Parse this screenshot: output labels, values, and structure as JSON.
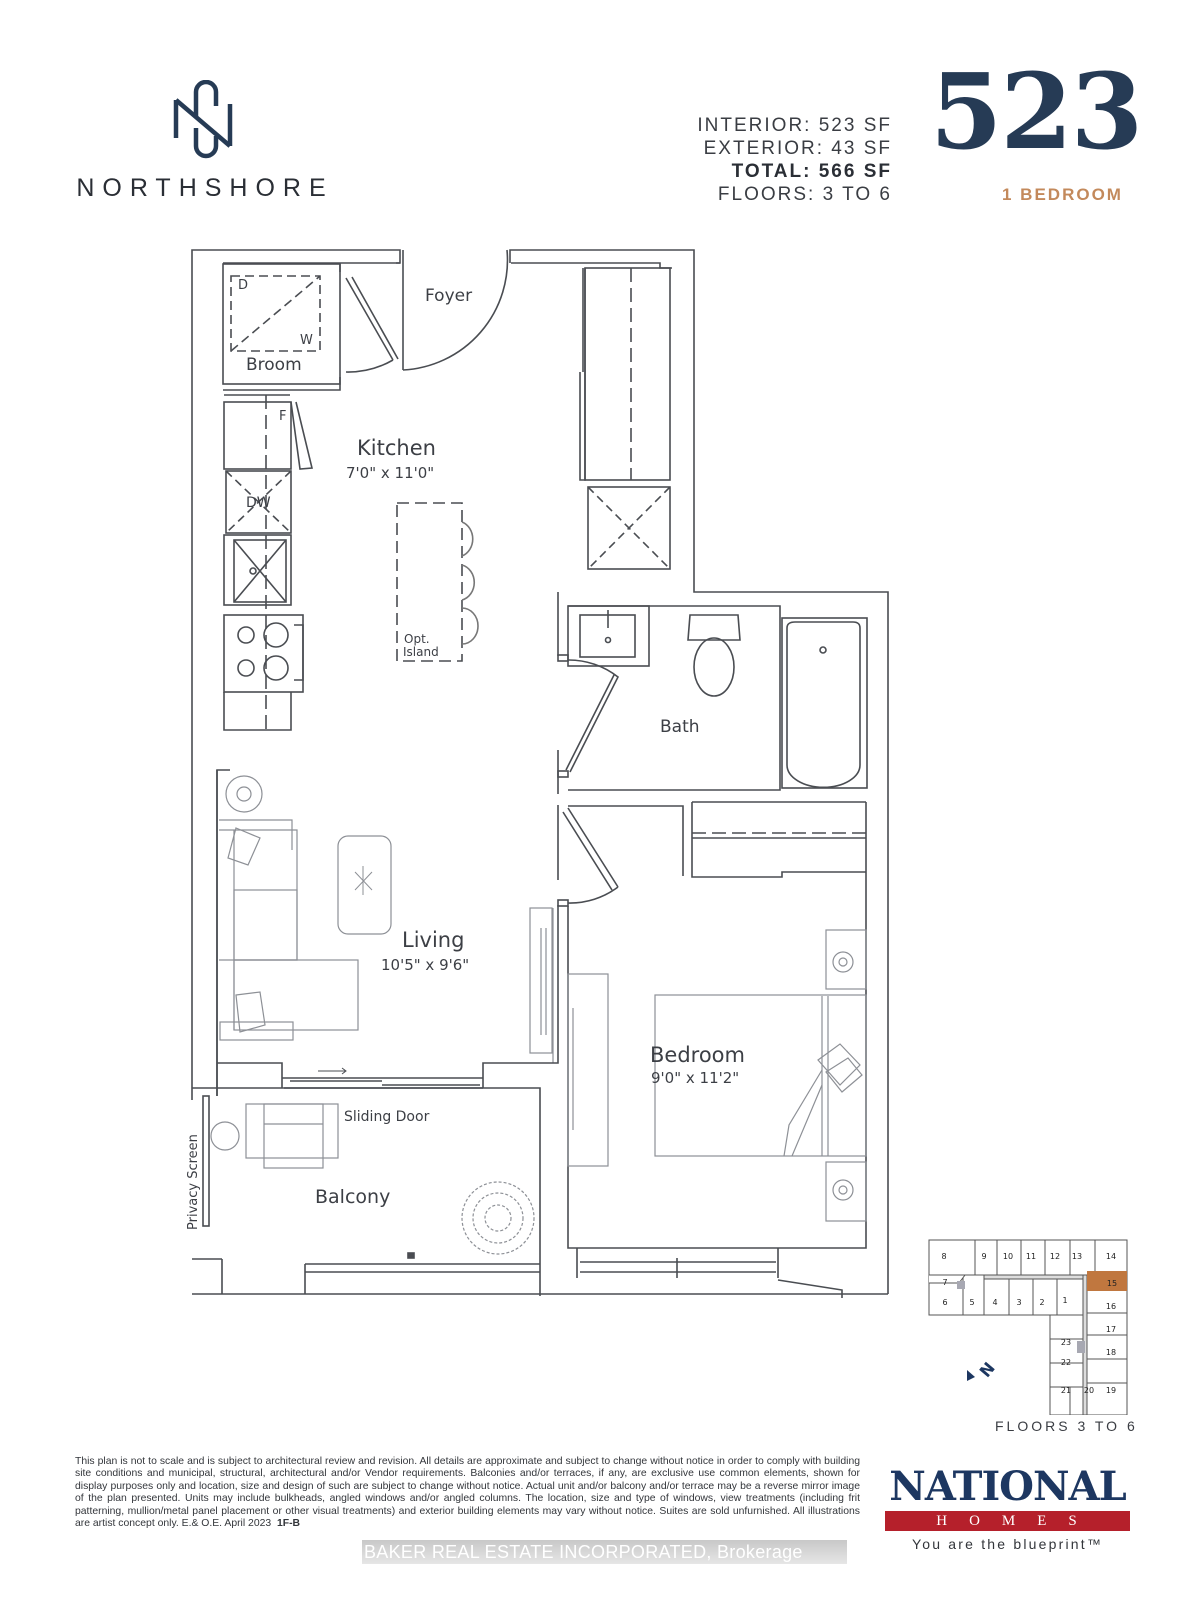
{
  "brand": {
    "name": "NORTHSHORE",
    "logo_icon": "ns-monogram-icon",
    "color": "#263b55"
  },
  "unit": {
    "number": "523",
    "type": "1 BEDROOM",
    "type_color": "#c3895b"
  },
  "specs": {
    "interior": "INTERIOR: 523 SF",
    "exterior": "EXTERIOR: 43 SF",
    "total": "TOTAL: 566 SF",
    "floors": "FLOORS:  3 TO 6"
  },
  "plan": {
    "rooms": {
      "foyer": "Foyer",
      "broom": "Broom",
      "washer_d": "D",
      "washer_w": "W",
      "fridge": "F",
      "dishwasher": "DW",
      "kitchen": "Kitchen",
      "kitchen_dims": "7'0\" x 11'0\"",
      "island_1": "Opt.",
      "island_2": "Island",
      "bath": "Bath",
      "living": "Living",
      "living_dims": "10'5\" x 9'6\"",
      "bedroom": "Bedroom",
      "bedroom_dims": "9'0\" x 11'2\"",
      "sliding_door": "Sliding Door",
      "balcony": "Balcony",
      "privacy_screen": "Privacy Screen"
    }
  },
  "keyplan": {
    "units": [
      "8",
      "9",
      "10",
      "11",
      "12",
      "13",
      "14",
      "7",
      "15",
      "6",
      "5",
      "4",
      "3",
      "2",
      "1",
      "16",
      "17",
      "23",
      "18",
      "22",
      "21",
      "20",
      "19"
    ],
    "highlighted_unit": "15",
    "highlight_color": "#c0773f",
    "compass": "north-arrow-icon",
    "caption": "FLOORS  3 TO 6"
  },
  "disclaimer": {
    "text": "This plan is not to scale and is subject to architectural review and revision. All details are approximate and subject to change without notice in order to comply with building site conditions and municipal, structural, architectural and/or Vendor requirements. Balconies and/or terraces, if any, are exclusive use common elements, shown for display purposes only and location, size and design of such are subject to change without notice. Actual unit and/or balcony and/or terrace may be a reverse mirror image of the plan presented. Units may include bulkheads, angled windows and/or angled columns. The location, size and type of windows, view treatments (including frit patterning, mullion/metal panel placement or other visual treatments) and exterior building elements may vary without notice. Suites are sold unfurnished. All illustrations are artist concept only. E.& O.E. April 2023",
    "code": "1F-B"
  },
  "brokerage": "BAKER REAL ESTATE INCORPORATED, Brokerage",
  "builder": {
    "name": "NATIONAL",
    "sub": "HOMES",
    "tagline": "You are the blueprint™",
    "navy": "#1d3761",
    "red": "#b5202b"
  }
}
